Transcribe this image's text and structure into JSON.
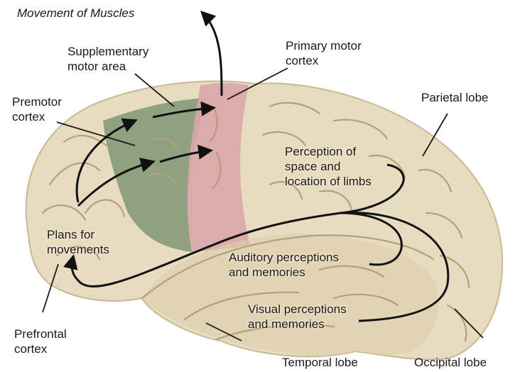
{
  "title": "Movement of Muscles",
  "labels": {
    "supplementary_motor_area": "Supplementary\nmotor area",
    "primary_motor_cortex": "Primary motor\ncortex",
    "premotor_cortex": "Premotor\ncortex",
    "parietal_lobe": "Parietal lobe",
    "perception_space": "Perception of\nspace and\nlocation of limbs",
    "plans_for_movements": "Plans for\nmovements",
    "auditory": "Auditory perceptions\nand memories",
    "visual": "Visual perceptions\nand memories",
    "prefrontal_cortex": "Prefrontal\ncortex",
    "temporal_lobe": "Temporal lobe",
    "occipital_lobe": "Occipital lobe"
  },
  "colors": {
    "brain": "#e8dcc0",
    "brain_shade": "#c9b894",
    "groove": "#b3a07c",
    "premotor": "#7f9676",
    "primary_motor": "#d9a6a8",
    "arrow": "#111111"
  }
}
